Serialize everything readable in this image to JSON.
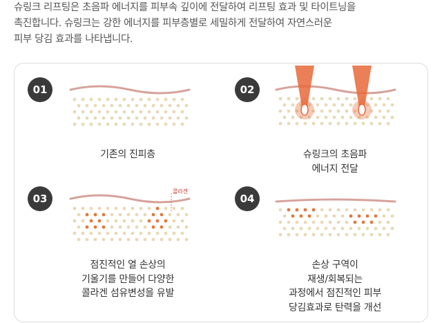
{
  "intro": {
    "lines": [
      "슈링크 리프팅은 초음파 에너지를 피부속 깊이에 전달하여 리프팅 효과 및 타이트닝을",
      "촉진합니다.  슈링크는 강한 에너지를 피부층별로 세밀하게 전달하여 자연스러운",
      "피부 당김 효과를 나타냅니다."
    ]
  },
  "steps": [
    {
      "number": "01",
      "caption": [
        "기존의 진피층"
      ]
    },
    {
      "number": "02",
      "caption": [
        "슈링크의 초음파",
        "에너지 전달"
      ]
    },
    {
      "number": "03",
      "caption": [
        "점진적인 열 손상의",
        "기울기를 만들어 다양한",
        "콜라겐 섬유변성을 유발"
      ],
      "label": "콜라겐"
    },
    {
      "number": "04",
      "caption": [
        "손상 구역이",
        "재생/회복되는",
        "과정에서 점진적인 피부",
        "당김효과로 탄력을 개선"
      ]
    }
  ],
  "colors": {
    "skin_line": "#d6a29a",
    "dot": "#e8d9b8",
    "collagen": "#e07a3c",
    "focus": "#e8693a",
    "badge": "#3a3a3a"
  }
}
